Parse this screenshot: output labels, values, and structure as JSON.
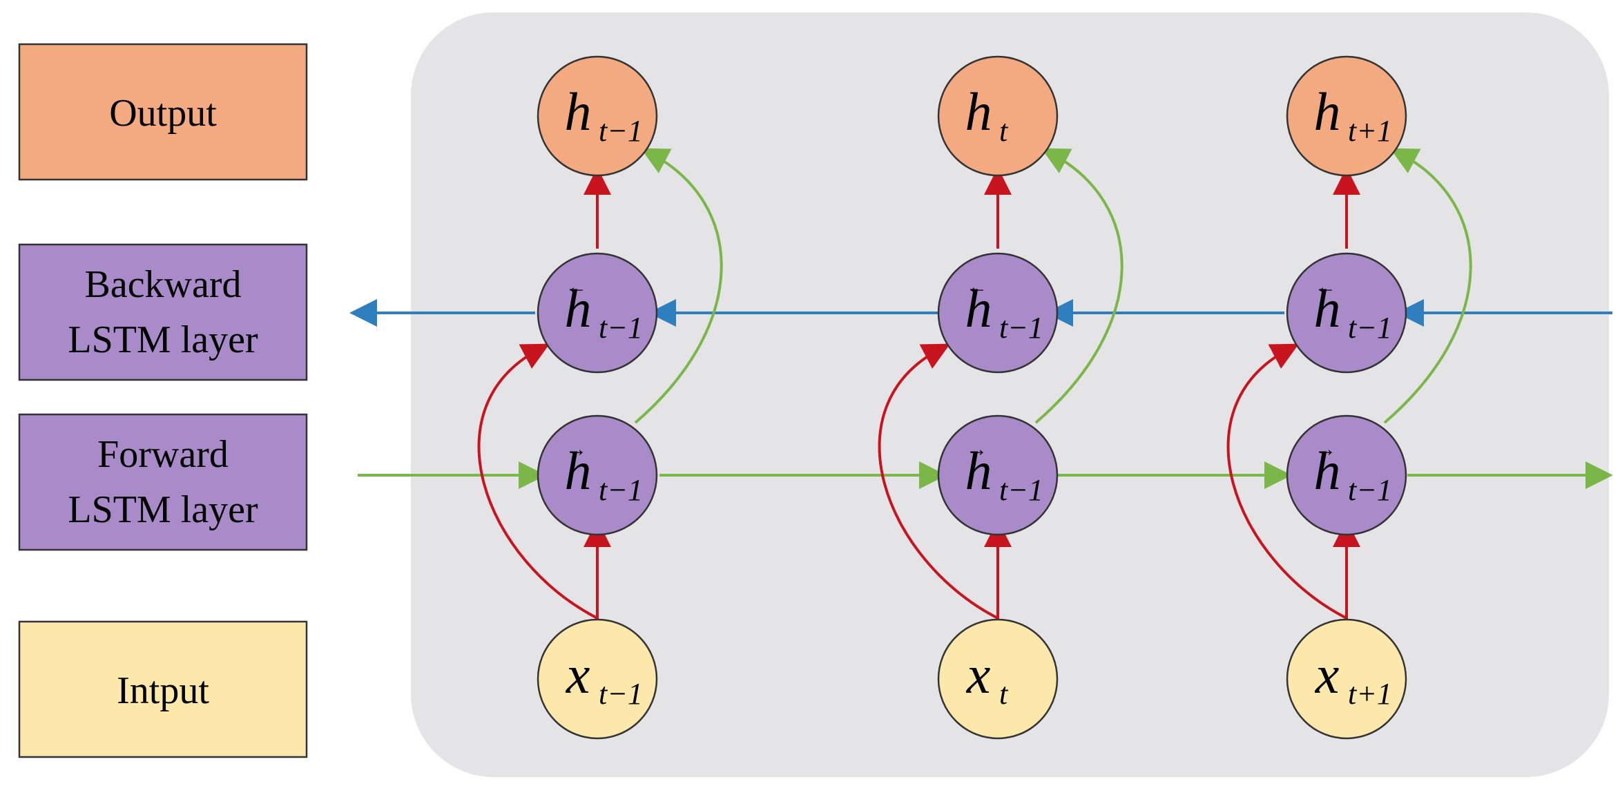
{
  "colors": {
    "panel": "#e4e4e6",
    "output": "#f4aa80",
    "lstm": "#a98bc9",
    "input": "#fde8ac",
    "red_arrow": "#c8141e",
    "green_arrow": "#7ab648",
    "blue_arrow": "#2f7fbf"
  },
  "legend": {
    "output": "Output",
    "backward": [
      "Backward",
      "LSTM layer"
    ],
    "forward": [
      "Forward",
      "LSTM layer"
    ],
    "input": "Intput"
  },
  "columns": [
    {
      "output": {
        "base": "h",
        "sub": "t−1"
      },
      "backward": {
        "base": "h",
        "sub": "t−1",
        "accent": "←"
      },
      "forward": {
        "base": "h",
        "sub": "t−1",
        "accent": "→"
      },
      "input": {
        "base": "x",
        "sub": "t−1"
      }
    },
    {
      "output": {
        "base": "h",
        "sub": "t"
      },
      "backward": {
        "base": "h",
        "sub": "t−1",
        "accent": "←"
      },
      "forward": {
        "base": "h",
        "sub": "t−1",
        "accent": "→"
      },
      "input": {
        "base": "x",
        "sub": "t"
      }
    },
    {
      "output": {
        "base": "h",
        "sub": "t+1"
      },
      "backward": {
        "base": "h",
        "sub": "t−1",
        "accent": "←"
      },
      "forward": {
        "base": "h",
        "sub": "t−1",
        "accent": "→"
      },
      "input": {
        "base": "x",
        "sub": "t+1"
      }
    }
  ]
}
